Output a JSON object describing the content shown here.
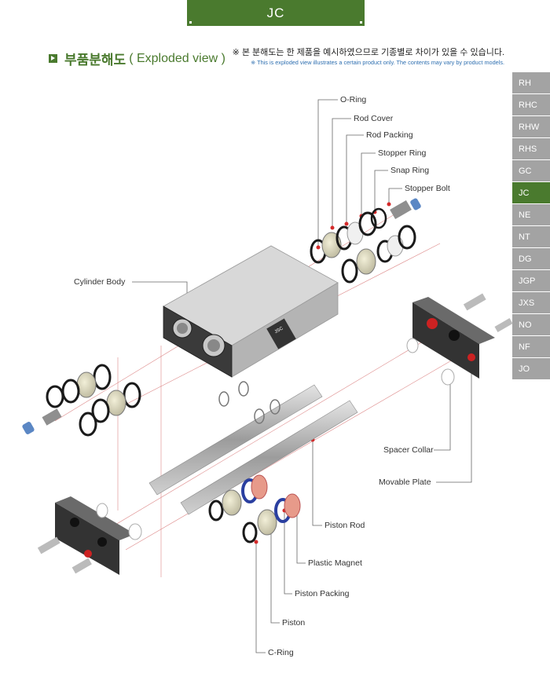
{
  "header": {
    "tab_label": "JC"
  },
  "title": {
    "korean": "부품분해도",
    "english": "( Exploded view )"
  },
  "note": {
    "korean": "※ 본 분해도는 한 제품을 예시하였으므로 기종별로 차이가 있을 수 있습니다.",
    "english": "※ This is exploded view illustrates a certain product only. The contents may vary by product models."
  },
  "side_nav": {
    "items": [
      "RH",
      "RHC",
      "RHW",
      "RHS",
      "GC",
      "JC",
      "NE",
      "NT",
      "DG",
      "JGP",
      "JXS",
      "NO",
      "NF",
      "JO"
    ],
    "active": "JC"
  },
  "body_label": "JSC",
  "parts": {
    "o_ring": "O-Ring",
    "rod_cover": "Rod Cover",
    "rod_packing": "Rod Packing",
    "stopper_ring": "Stopper Ring",
    "snap_ring": "Snap Ring",
    "stopper_bolt": "Stopper Bolt",
    "cylinder_body": "Cylinder Body",
    "spacer_collar": "Spacer Collar",
    "movable_plate": "Movable Plate",
    "piston_rod": "Piston Rod",
    "plastic_magnet": "Plastic Magnet",
    "piston_packing": "Piston Packing",
    "piston": "Piston",
    "c_ring": "C-Ring"
  },
  "colors": {
    "brand_green": "#4a7a2e",
    "nav_gray": "#a3a3a3",
    "leader_red": "#d42a2a",
    "note_blue": "#2e6fb0"
  }
}
